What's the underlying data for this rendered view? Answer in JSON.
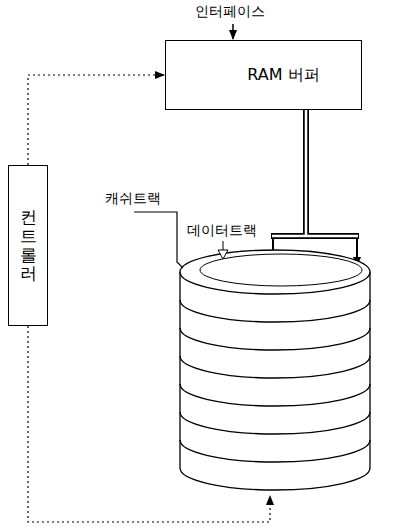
{
  "diagram": {
    "nodes": [
      {
        "text": [
          "RAM 버퍼"
        ]
      },
      {
        "text": [
          "컨트롤러"
        ]
      }
    ],
    "edges": [
      {
        "from": 1,
        "to": 0,
        "arrow": "to"
      }
    ],
    "labels": [
      "인터페이스",
      "캐쉬트랙",
      "데이터트랙"
    ]
  }
}
